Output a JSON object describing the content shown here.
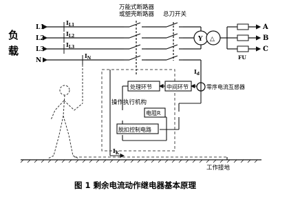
{
  "labels": {
    "breaker_title_1": "万能式断路器",
    "breaker_title_2": "或塑壳断路器",
    "main_switch": "总刀开关",
    "load_1": "负",
    "load_2": "载",
    "line_l1": "L1",
    "line_l2": "L2",
    "line_l3": "L3",
    "line_n": "N",
    "current_il1": "I",
    "current_il1_sub": "L1",
    "current_il2": "I",
    "current_il2_sub": "L2",
    "current_il3": "I",
    "current_il3_sub": "L3",
    "current_in": "I",
    "current_in_sub": "N",
    "current_id": "I",
    "current_id_sub": "d",
    "current_ik": "I",
    "current_ik_sub": "K",
    "transformer_y": "Y",
    "transformer_delta": "△",
    "phase_a": "A",
    "phase_b": "B",
    "phase_c": "C",
    "fuse": "FU",
    "processing_unit": "处理环节",
    "intermediate_unit": "中间环节",
    "zero_seq_ct": "零序电流互感器",
    "operating_mechanism": "操作执行机构",
    "resistor": "电阻R",
    "shunt_circuit": "脱扣控制电路",
    "work_ground": "工作接地",
    "caption": "图 1   剩余电流动作继电器基本原理"
  },
  "colors": {
    "line": "#111111",
    "dashed": "#444444",
    "background": "#ffffff"
  }
}
